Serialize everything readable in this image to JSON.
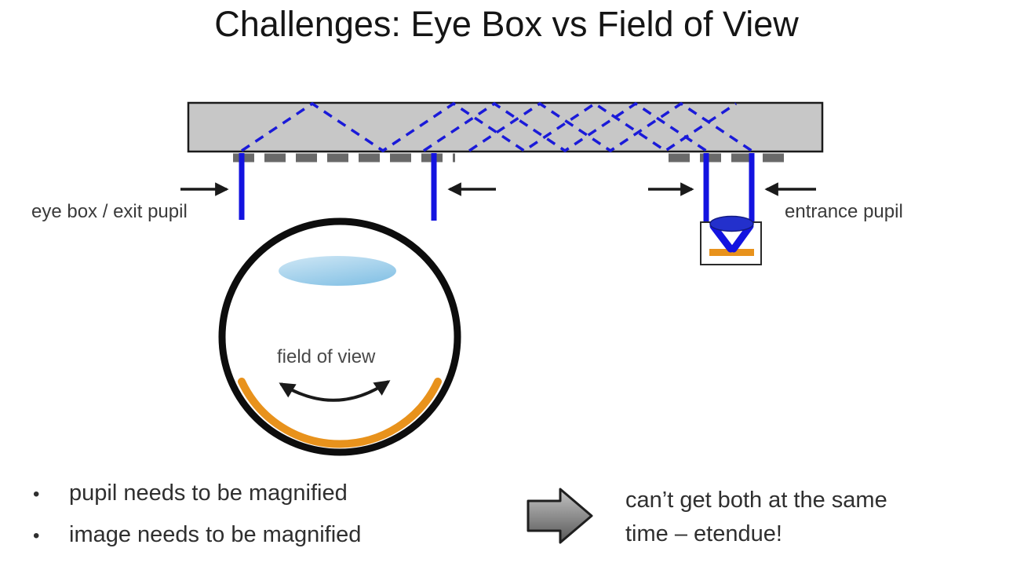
{
  "slide": {
    "title": "Challenges: Eye Box vs Field of View"
  },
  "waveguide": {
    "label_eye_box": "eye box / exit pupil",
    "label_entrance_pupil": "entrance pupil"
  },
  "eye": {
    "label_field_of_view": "field of view"
  },
  "bullets": {
    "marker": "•",
    "items": [
      {
        "label": "pupil needs to be magnified"
      },
      {
        "label": "image needs to be magnified"
      }
    ]
  },
  "conclusion": {
    "line1": "can’t get both at the same",
    "line2": "time – etendue!"
  },
  "colors": {
    "background": "#ffffff",
    "title_text": "#151515",
    "label_text": "#3a3a3a",
    "body_text": "#2f2f2f",
    "waveguide_fill": "#c7c7c7",
    "waveguide_border": "#1b1b1b",
    "grating_gray": "#696969",
    "ray_blue": "#1a1ad9",
    "pupil_blue": "#1313e0",
    "projector_lens_blue": "#2330cc",
    "projector_lens_border": "#121a80",
    "retina_orange": "#e8921c",
    "eye_lens_light": "#cfe7f5",
    "eye_lens_dark": "#8ac4e6",
    "eye_outline": "#0d0d0d",
    "arrow_black": "#1a1a1a",
    "block_arrow_light": "#c4c4c4",
    "block_arrow_dark": "#585858"
  }
}
